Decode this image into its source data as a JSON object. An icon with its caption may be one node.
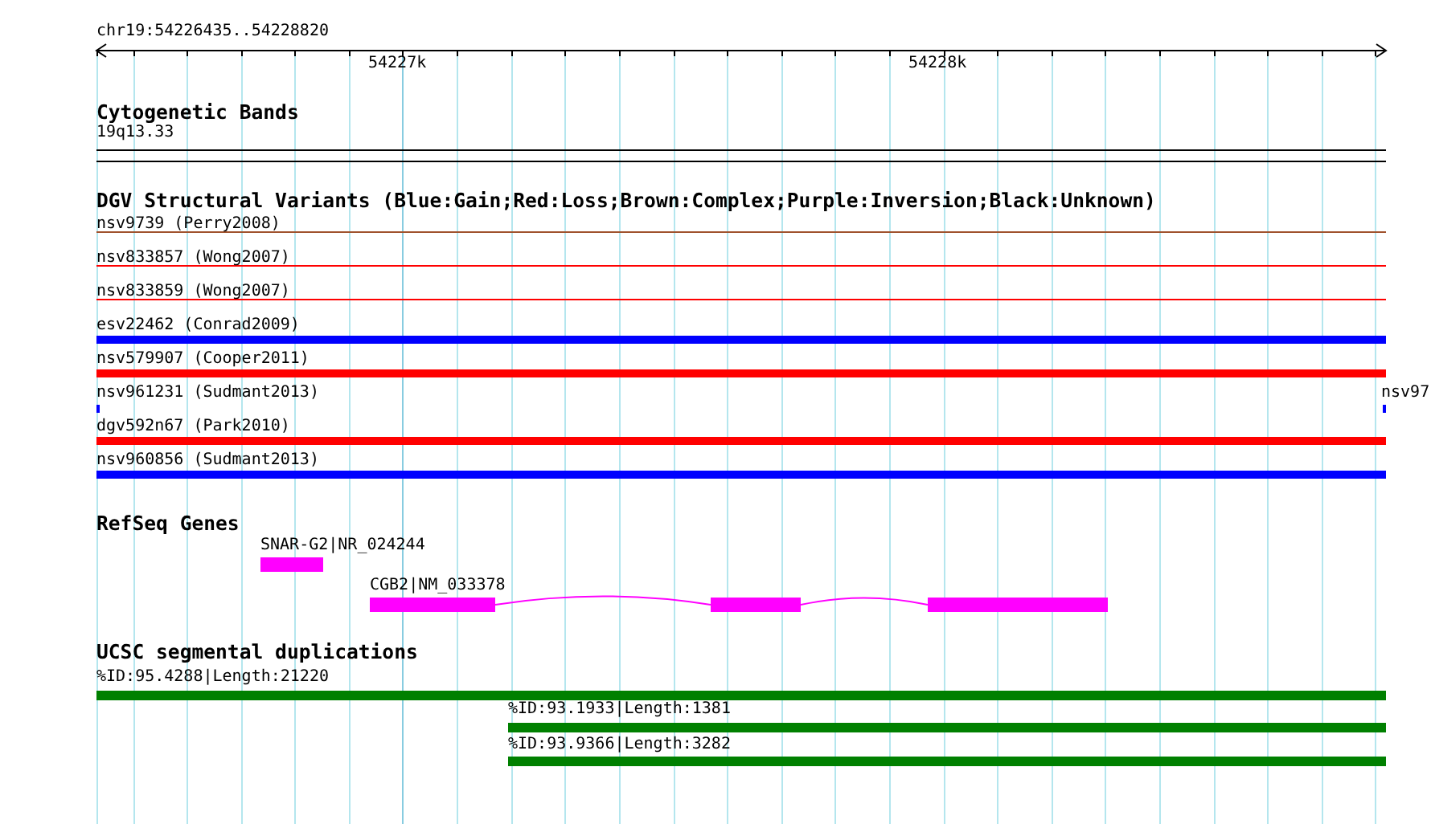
{
  "diagram": {
    "nodes": [
      {
        "text": [
          "19q13.33"
        ]
      },
      {
        "text": [
          "nsv9739 (Perry2008)"
        ]
      },
      {
        "text": [
          "nsv833857 (Wong2007)"
        ]
      },
      {
        "text": [
          "nsv833859 (Wong2007)"
        ]
      },
      {
        "text": [
          "esv22462 (Conrad2009)"
        ]
      },
      {
        "text": [
          "nsv579907 (Cooper2011)"
        ]
      },
      {
        "text": [
          "nsv961231 (Sudmant2013)"
        ]
      },
      {
        "text": [
          "nsv97"
        ]
      },
      {
        "text": [
          "dgv592n67 (Park2010)"
        ]
      },
      {
        "text": [
          "nsv960856 (Sudmant2013)"
        ]
      },
      {
        "text": [
          "SNAR-G2|NR_024244"
        ]
      },
      {
        "text": [
          "CGB2|NM_033378"
        ]
      },
      {
        "text": [
          "%ID:95.4288|Length:21220"
        ]
      },
      {
        "text": [
          "%ID:93.1933|Length:1381"
        ]
      },
      {
        "text": [
          "%ID:93.9366|Length:3282"
        ]
      }
    ],
    "labels": [
      "chr19:54226435..54228820",
      "54227k",
      "54228k",
      "Cytogenetic Bands",
      "DGV Structural Variants (Blue:Gain;Red:Loss;Brown:Complex;Purple:Inversion;Black:Unknown)",
      "RefSeq Genes",
      "UCSC segmental duplications"
    ]
  }
}
